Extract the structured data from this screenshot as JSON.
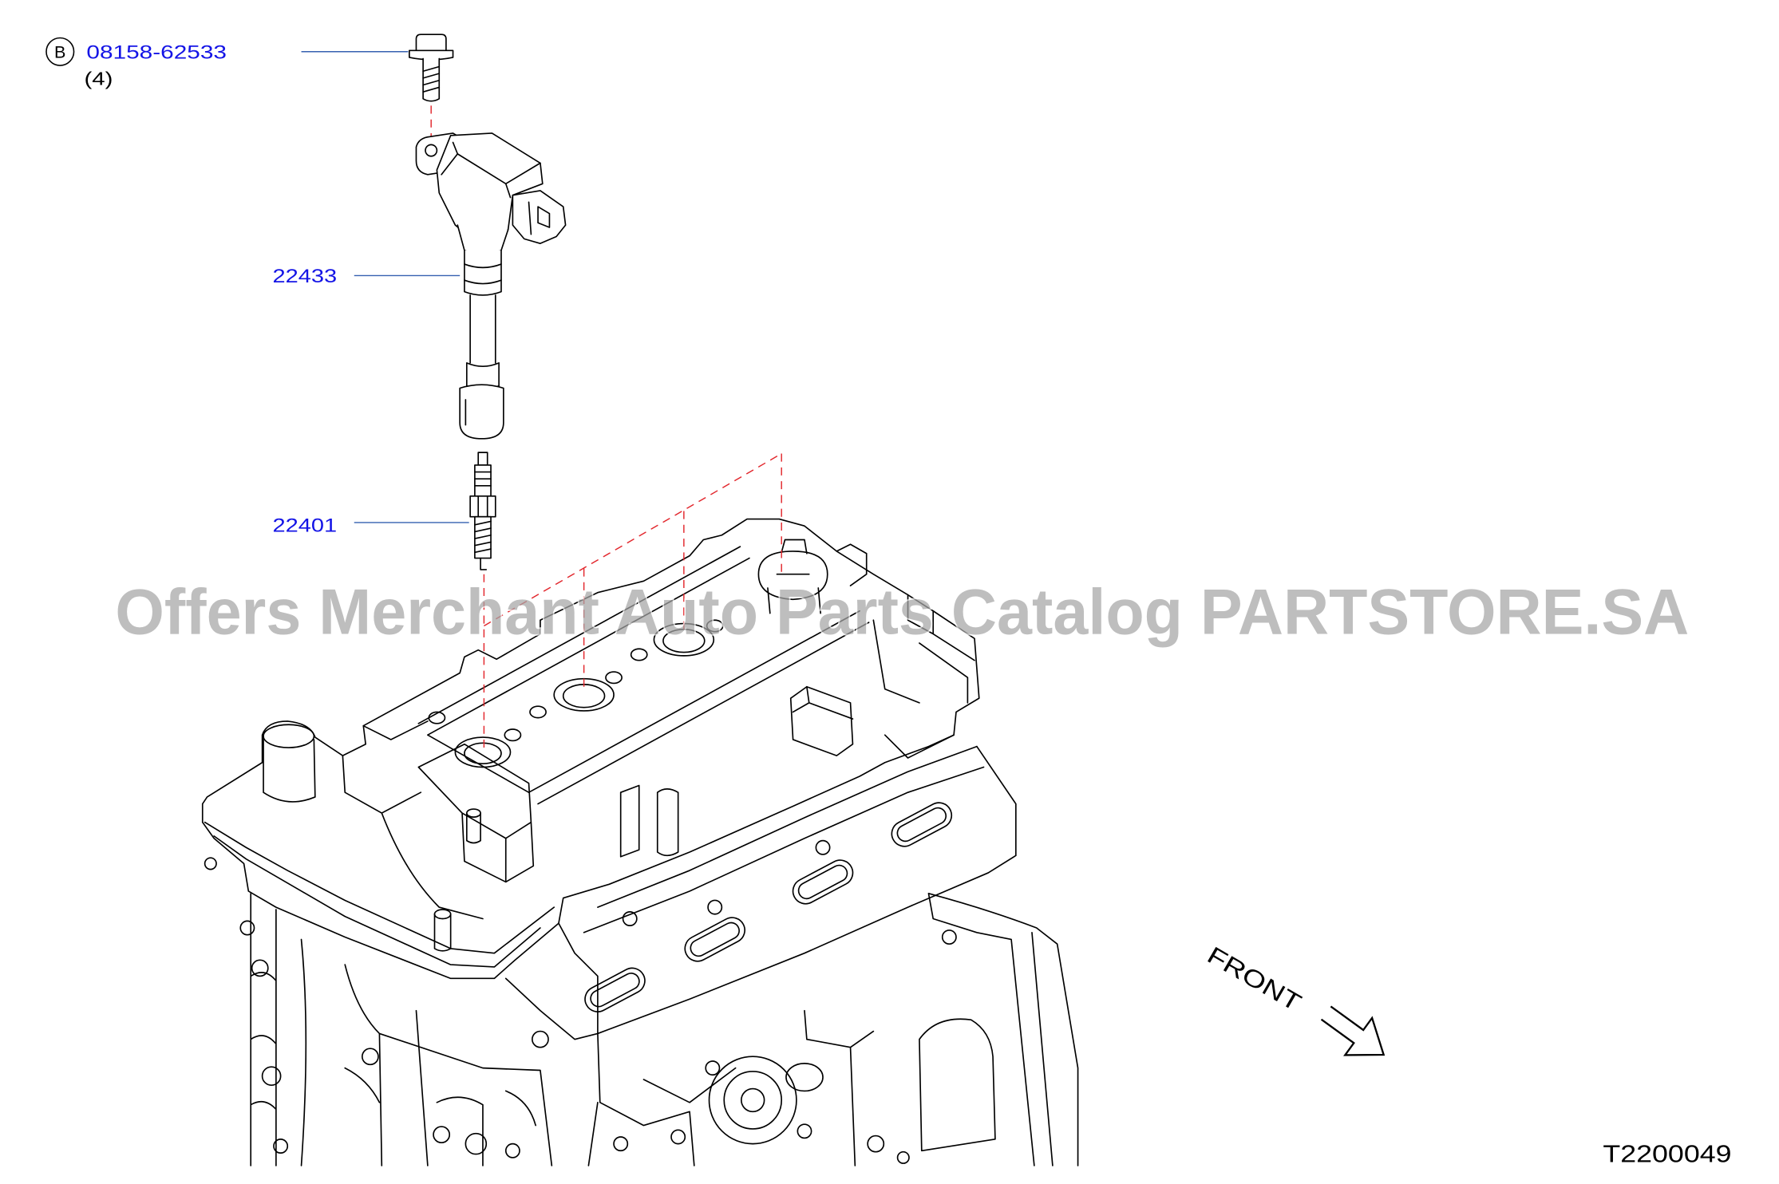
{
  "callouts": {
    "bolt": {
      "badge": "B",
      "part_number": "08158-62533",
      "quantity": "(4)"
    },
    "ignition_coil": {
      "part_number": "22433"
    },
    "spark_plug": {
      "part_number": "22401"
    }
  },
  "watermark": "Offers Merchant Auto Parts Catalog PARTSTORE.SA",
  "orientation": {
    "label": "FRONT",
    "icon": "front-direction-arrow"
  },
  "figure_code": "T2200049",
  "icons": {
    "badge": "circled-letter-badge-icon",
    "arrow": "outline-arrow-down-right-icon"
  },
  "colors": {
    "part_number": "#1414e6",
    "leader": "#3560b0",
    "centerline": "#e2262c",
    "line_art": "#000000",
    "watermark": "#a6a6a6",
    "background": "#ffffff"
  }
}
